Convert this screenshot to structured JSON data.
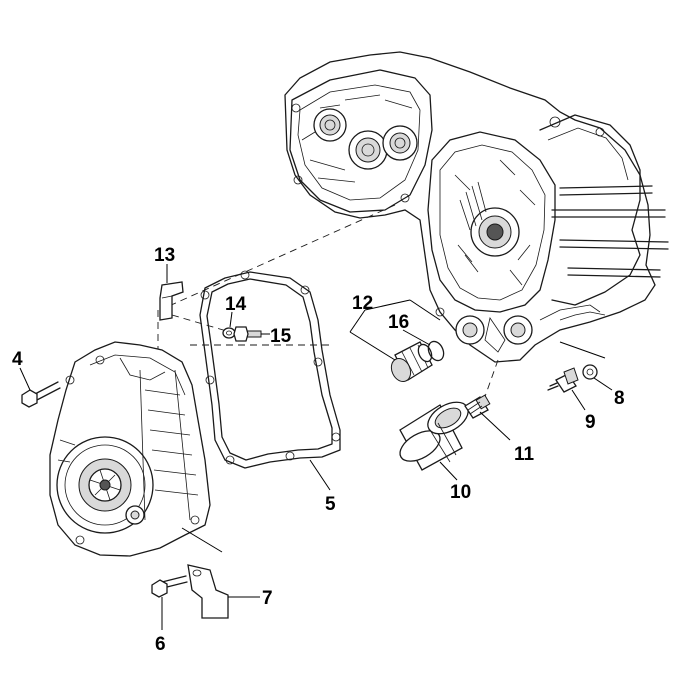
{
  "callouts": {
    "c4": "4",
    "c5": "5",
    "c6": "6",
    "c7": "7",
    "c8": "8",
    "c9": "9",
    "c10": "10",
    "c11": "11",
    "c12": "12",
    "c13": "13",
    "c14": "14",
    "c15": "15",
    "c16": "16"
  }
}
